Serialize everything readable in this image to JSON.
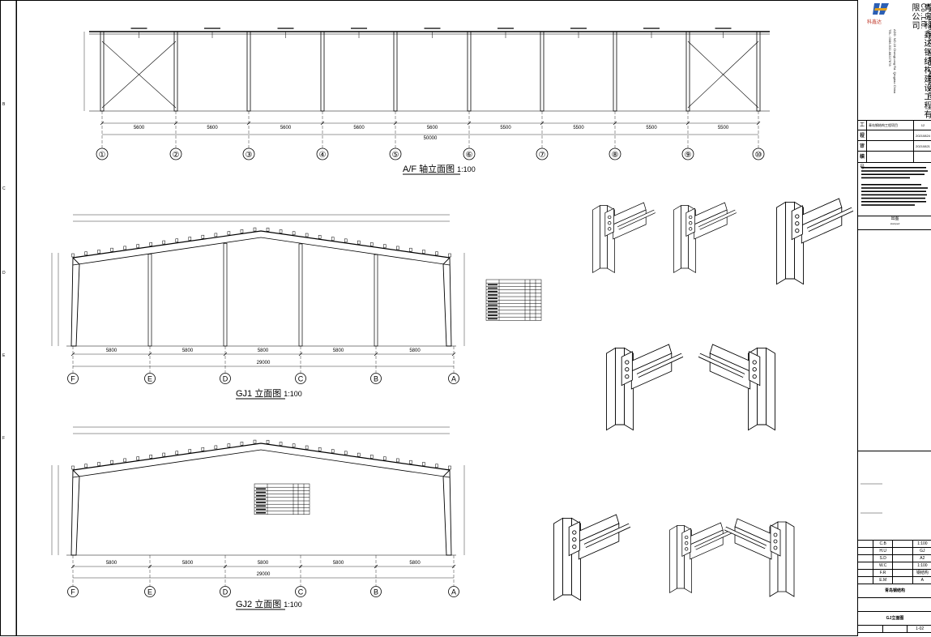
{
  "drawing": {
    "views": [
      {
        "id": "af",
        "title": "A/F 轴立面图",
        "scale": "1:100"
      },
      {
        "id": "gj1",
        "title": "GJ1 立面图",
        "scale": "1:100"
      },
      {
        "id": "gj2",
        "title": "GJ2 立面图",
        "scale": "1:100"
      }
    ],
    "af_spans": [
      "5600",
      "5600",
      "5600",
      "5600",
      "5600",
      "5500",
      "5500",
      "5500",
      "5500"
    ],
    "af_total": "50000",
    "af_axes": [
      "①",
      "②",
      "③",
      "④",
      "⑤",
      "⑥",
      "⑦",
      "⑧",
      "⑨",
      "⑩"
    ],
    "gj_spans": [
      "5800",
      "5800",
      "5800",
      "5800",
      "5800"
    ],
    "gj_total": "29000",
    "gj_axes": [
      "F",
      "E",
      "D",
      "C",
      "B",
      "A"
    ]
  },
  "title_block": {
    "company_cn": "青岛科鑫达钢结构建设工程有限公司",
    "company_en": "Qingdao KXD Steel Structure Co.,Ltd.",
    "logo_text": "科鑫达",
    "address": "ADD: NO.15 ChengLong Rd. Qingdao China",
    "phone": "TEL: 0086-532-88227878",
    "rows": [
      {
        "k": "工程",
        "v": "青岛钢结构工程项目",
        "n": "12"
      },
      {
        "k": "设计",
        "v": "",
        "n": "20210824"
      },
      {
        "k": "审核",
        "v": "",
        "n": "20210821"
      },
      {
        "k": "编号",
        "v": "",
        "n": ""
      }
    ],
    "stamp": "出图",
    "stamp_en": "stamped",
    "sign_labels": [
      {
        "k": "C.B",
        "v": "1:100"
      },
      {
        "k": "H.U",
        "v": "GJ"
      },
      {
        "k": "S.D",
        "v": "A2"
      },
      {
        "k": "W.C",
        "v": "1:100"
      },
      {
        "k": "F.R",
        "v": "钢结构"
      },
      {
        "k": "E.M",
        "v": "A"
      }
    ],
    "project_name": "青岛钢结构",
    "drawing_name": "GJ立面图",
    "sheet_no": "1-02"
  }
}
